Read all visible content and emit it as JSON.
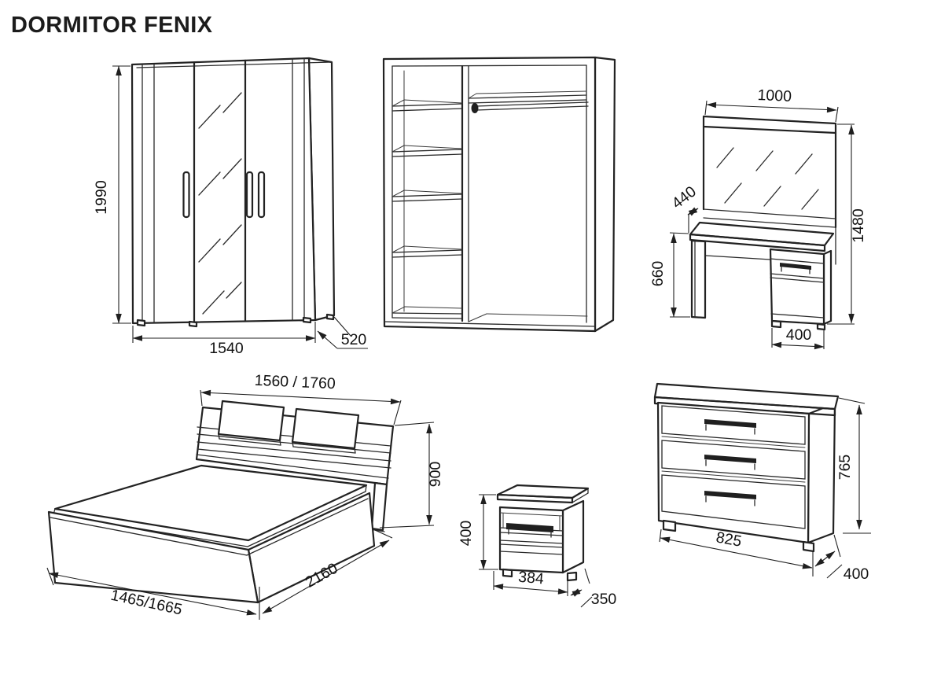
{
  "title": "DORMITOR FENIX",
  "colors": {
    "line": "#1f1f1f",
    "background": "#ffffff"
  },
  "furniture": {
    "wardrobe_front": {
      "height": "1990",
      "width": "1540",
      "depth": "520"
    },
    "vanity": {
      "width": "1000",
      "depth": "440",
      "desk_height": "660",
      "height": "1480",
      "pedestal_width": "400"
    },
    "bed": {
      "headboard_width": "1560 / 1760",
      "headboard_height": "900",
      "length": "2160",
      "width": "1465/1665"
    },
    "nightstand": {
      "height": "400",
      "width": "384",
      "depth": "350"
    },
    "dresser": {
      "height": "765",
      "width": "825",
      "depth": "400"
    }
  }
}
